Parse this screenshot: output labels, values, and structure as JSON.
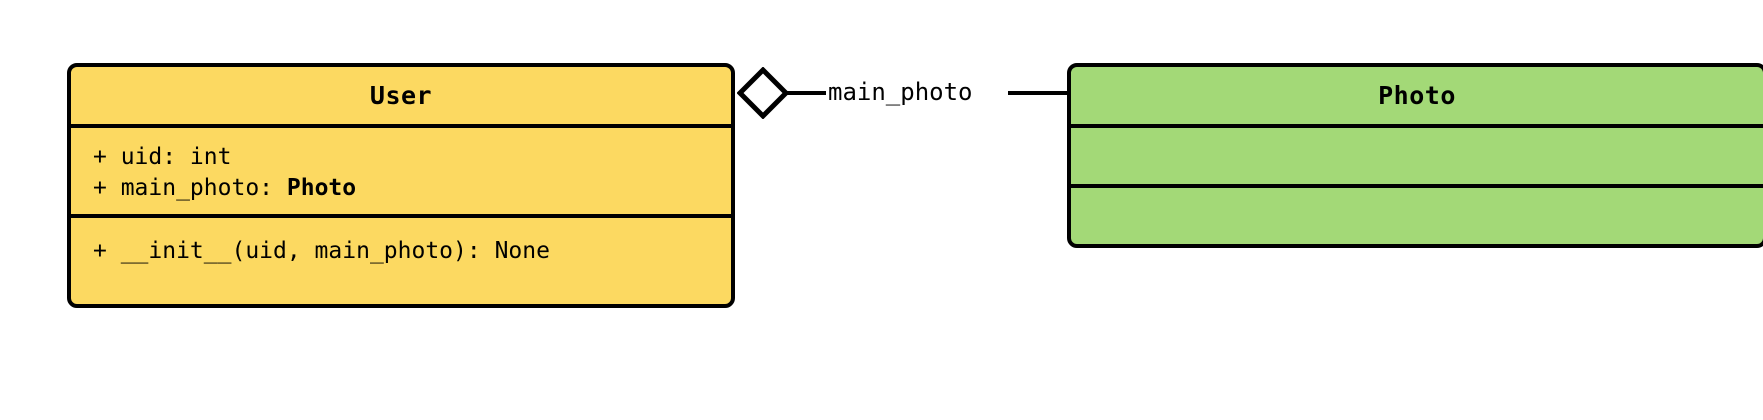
{
  "diagram": {
    "type": "uml-class-diagram",
    "background_color": "#ffffff"
  },
  "classes": [
    {
      "name": "User",
      "fill_color": "#fcd961",
      "border_color": "#000000",
      "attributes": [
        {
          "visibility": "+",
          "text": "+ uid: int",
          "name": "uid",
          "type": "int",
          "type_is_class_ref": false
        },
        {
          "visibility": "+",
          "text_prefix": "+ main_photo: ",
          "name": "main_photo",
          "type": "Photo",
          "type_is_class_ref": true
        }
      ],
      "methods": [
        {
          "visibility": "+",
          "text": "+ __init__(uid, main_photo): None",
          "name": "__init__",
          "params": "uid, main_photo",
          "returns": "None"
        }
      ]
    },
    {
      "name": "Photo",
      "fill_color": "#a3d977",
      "border_color": "#000000",
      "attributes": [],
      "methods": []
    }
  ],
  "relationship": {
    "kind": "aggregation",
    "source": "User",
    "target": "Photo",
    "label": "main_photo",
    "diamond_fill": "#ffffff",
    "diamond_stroke": "#000000"
  }
}
